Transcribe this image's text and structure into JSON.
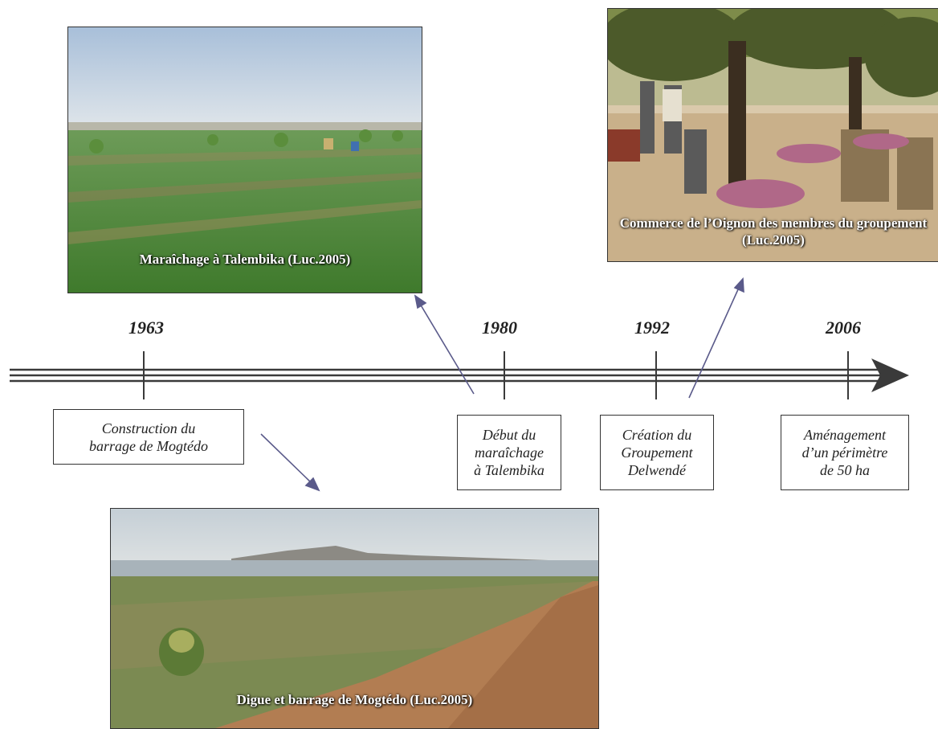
{
  "photos": [
    {
      "id": "maraichage",
      "caption": "Maraîchage à Talembika (Luc.2005)"
    },
    {
      "id": "commerce",
      "caption": "Commerce de l’Oignon des membres du groupement (Luc.2005)"
    },
    {
      "id": "digue",
      "caption": "Digue et barrage de Mogtédo (Luc.2005)"
    }
  ],
  "timeline": {
    "events": [
      {
        "year": "1963",
        "label": "Construction du\nbarrage de Mogtédo"
      },
      {
        "year": "1980",
        "label": "Début du\nmaraîchage\nà Talembika"
      },
      {
        "year": "1992",
        "label": "Création du\nGroupement\nDelwendé"
      },
      {
        "year": "2006",
        "label": "Aménagement\nd’un périmètre\nde 50 ha"
      }
    ]
  },
  "colors": {
    "axis": "#3a3a3a",
    "arrow": "#5a5a8a",
    "box_border": "#333333"
  }
}
